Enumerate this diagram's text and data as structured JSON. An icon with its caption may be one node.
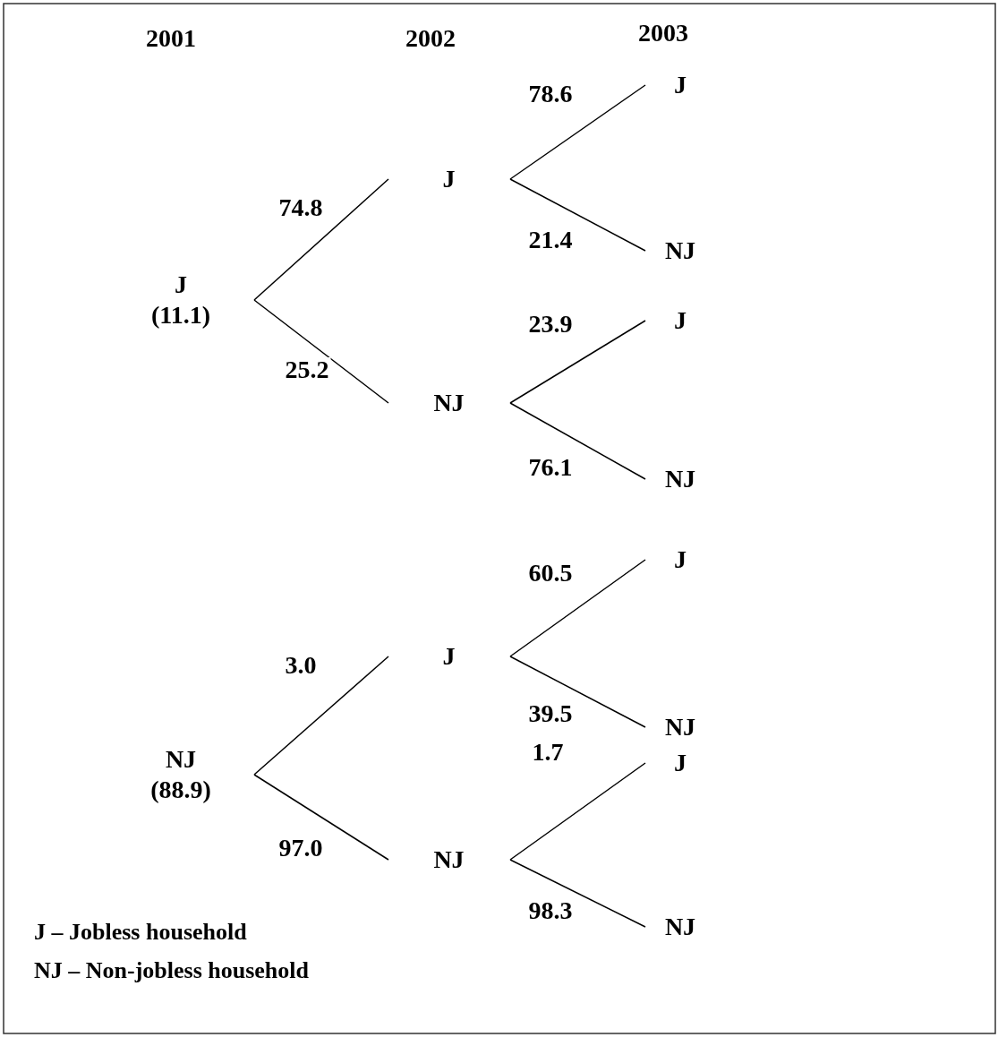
{
  "diagram": {
    "nodes": [
      {
        "text": [
          "J",
          "(11.1)"
        ]
      },
      {
        "text": [
          "J"
        ]
      },
      {
        "text": [
          "NJ"
        ]
      },
      {
        "text": [
          "J"
        ]
      },
      {
        "text": [
          "NJ"
        ]
      },
      {
        "text": [
          "J"
        ]
      },
      {
        "text": [
          "NJ"
        ]
      },
      {
        "text": [
          "NJ",
          "(88.9)"
        ]
      },
      {
        "text": [
          "J"
        ]
      },
      {
        "text": [
          "NJ"
        ]
      },
      {
        "text": [
          "J"
        ]
      },
      {
        "text": [
          "NJ"
        ]
      },
      {
        "text": [
          "J"
        ]
      },
      {
        "text": [
          "NJ"
        ]
      }
    ],
    "edges": [
      {
        "from": 0,
        "to": 1,
        "arrow": "none",
        "label": "74.8"
      },
      {
        "from": 0,
        "to": 2,
        "arrow": "none",
        "label": "25.2"
      },
      {
        "from": 1,
        "to": 3,
        "arrow": "none",
        "label": "78.6"
      },
      {
        "from": 1,
        "to": 4,
        "arrow": "none",
        "label": "21.4"
      },
      {
        "from": 2,
        "to": 5,
        "arrow": "none",
        "label": "23.9"
      },
      {
        "from": 2,
        "to": 6,
        "arrow": "none",
        "label": "76.1"
      },
      {
        "from": 7,
        "to": 8,
        "arrow": "none",
        "label": "3.0"
      },
      {
        "from": 7,
        "to": 9,
        "arrow": "none",
        "label": "97.0"
      },
      {
        "from": 8,
        "to": 10,
        "arrow": "none",
        "label": "60.5"
      },
      {
        "from": 8,
        "to": 11,
        "arrow": "none",
        "label": "39.5"
      },
      {
        "from": 9,
        "to": 12,
        "arrow": "none",
        "label": "1.7"
      },
      {
        "from": 9,
        "to": 13,
        "arrow": "none",
        "label": "98.3"
      }
    ],
    "labels": [
      "2001",
      "2002",
      "2003",
      "J – Jobless household",
      "NJ – Non-jobless household"
    ]
  }
}
